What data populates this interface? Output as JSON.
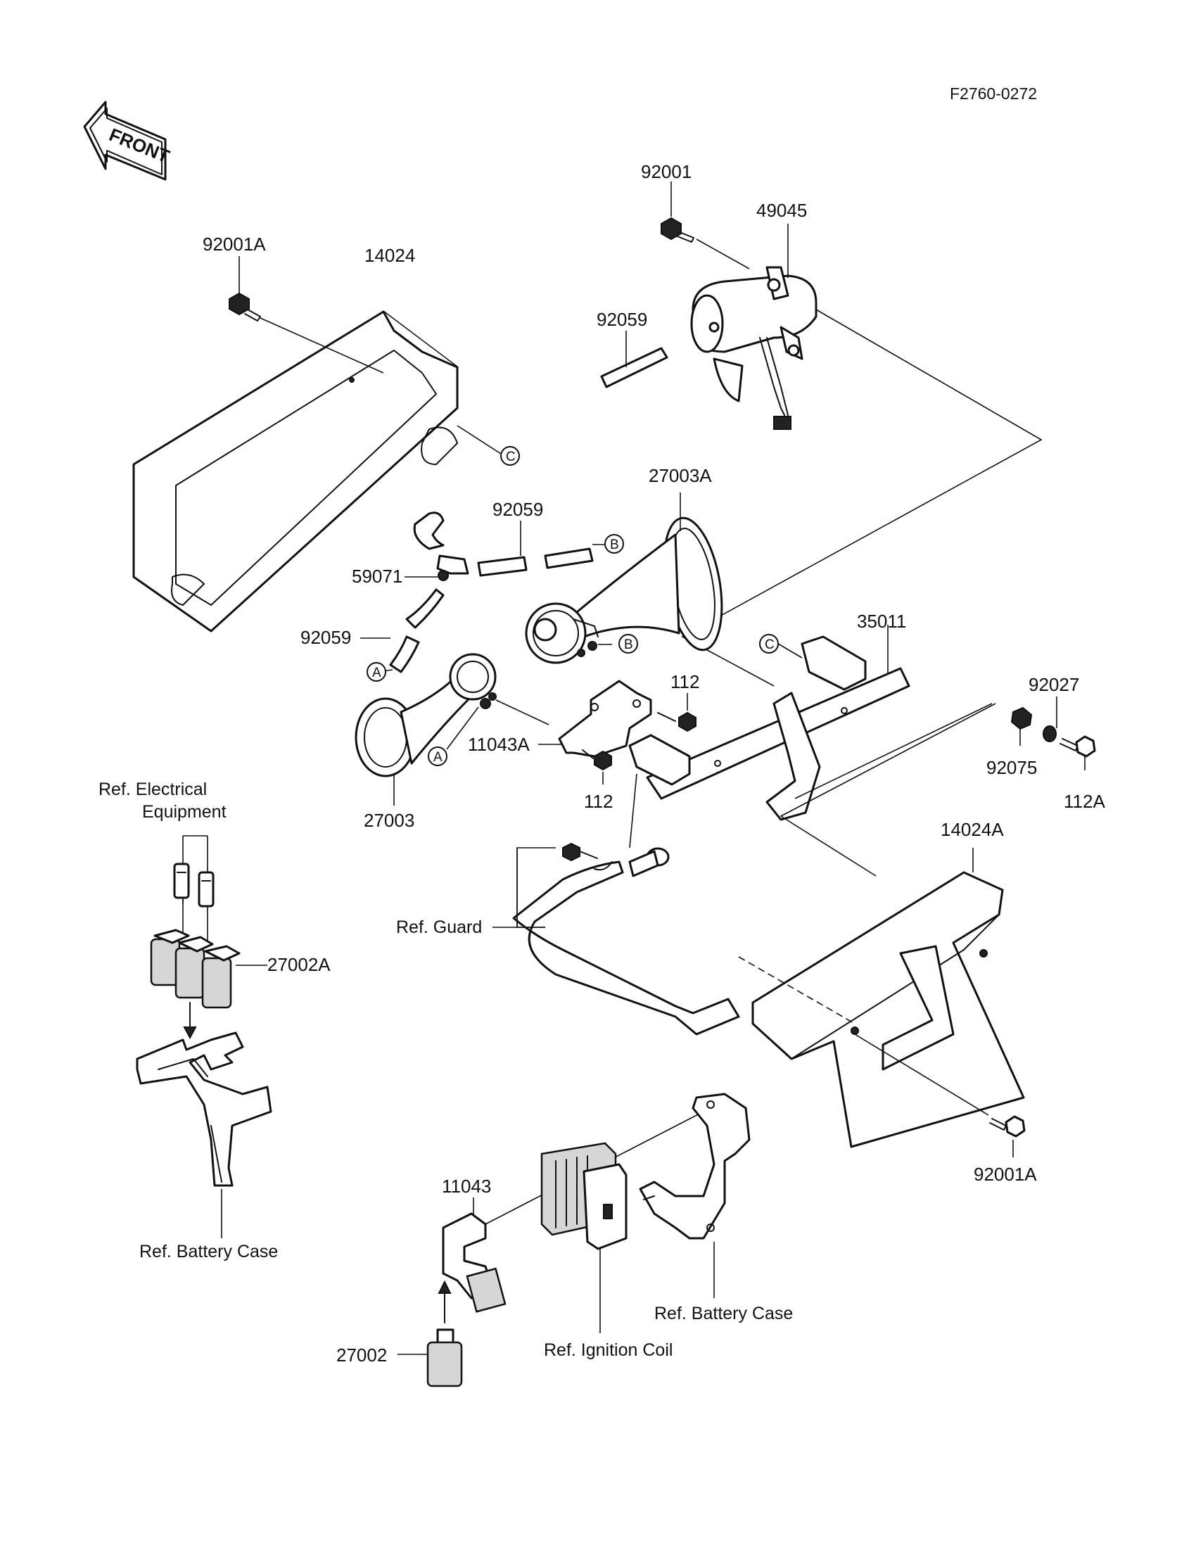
{
  "diagram_code": "F2760-0272",
  "front_arrow_label": "FRONT",
  "labels": {
    "p92001_top": "92001",
    "p49045": "49045",
    "p92001A_top": "92001A",
    "p14024": "14024",
    "p92059_top": "92059",
    "p27003A": "27003A",
    "p92059_mid": "92059",
    "p59071": "59071",
    "p92059_low": "92059",
    "p35011": "35011",
    "p112_a": "112",
    "p11043A": "11043A",
    "p112_b": "112",
    "p27003": "27003",
    "p92027": "92027",
    "p92075": "92075",
    "p112A": "112A",
    "p14024A": "14024A",
    "p27002A": "27002A",
    "p92001A_bottom": "92001A",
    "p11043": "11043",
    "p27002": "27002"
  },
  "refs": {
    "electrical_line1": "Ref. Electrical",
    "electrical_line2": "Equipment",
    "guard": "Ref. Guard",
    "battery_case_left": "Ref. Battery Case",
    "battery_case_right": "Ref. Battery Case",
    "ignition_coil": "Ref. Ignition Coil"
  },
  "markers": {
    "A": "A",
    "B": "B",
    "C": "C"
  }
}
